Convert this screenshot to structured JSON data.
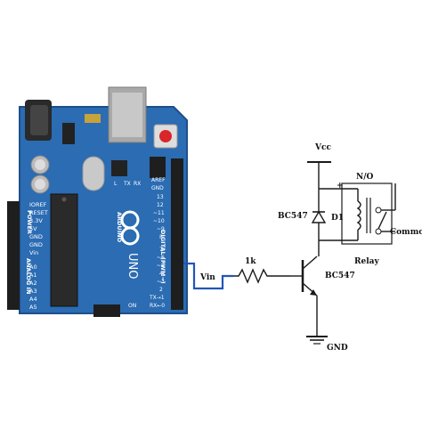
{
  "board": {
    "brand": "ARDUINO",
    "model": "UNO",
    "header_power_title": "POWER",
    "header_analog_title": "ANALOG IN",
    "header_digital_title": "DIGITAL (PWM~)",
    "power_pins": [
      "IOREF",
      "RESET",
      "3.3V",
      "5V",
      "GND",
      "GND",
      "Vin"
    ],
    "analog_pins": [
      "A0",
      "A1",
      "A2",
      "A3",
      "A4",
      "A5"
    ],
    "digital_pins_top": [
      "AREF",
      "GND",
      "13",
      "12",
      "~11",
      "~10",
      "~9",
      "8"
    ],
    "digital_pins_bottom": [
      "7",
      "~6",
      "~5",
      "4",
      "~3",
      "2",
      "TX→1",
      "RX←0"
    ],
    "led_labels": [
      "L",
      "TX",
      "RX"
    ],
    "on_label": "ON"
  },
  "circuit": {
    "vcc": "Vcc",
    "no": "N/O",
    "diode": "D1",
    "transistor_left": "BC547",
    "transistor_right": "BC547",
    "resistor": "1k",
    "vin": "Vin",
    "relay": "Relay",
    "common": "Common",
    "gnd": "GND",
    "plus": "+"
  },
  "colors": {
    "board_blue": "#2b6cb3",
    "board_border": "#1d4f8a",
    "header_black": "#1e1e1e",
    "wire": "#1a1a1a",
    "signal_wire": "#2255b8",
    "reset_red": "#d9262b",
    "usb_grey": "#a9a9a9"
  }
}
